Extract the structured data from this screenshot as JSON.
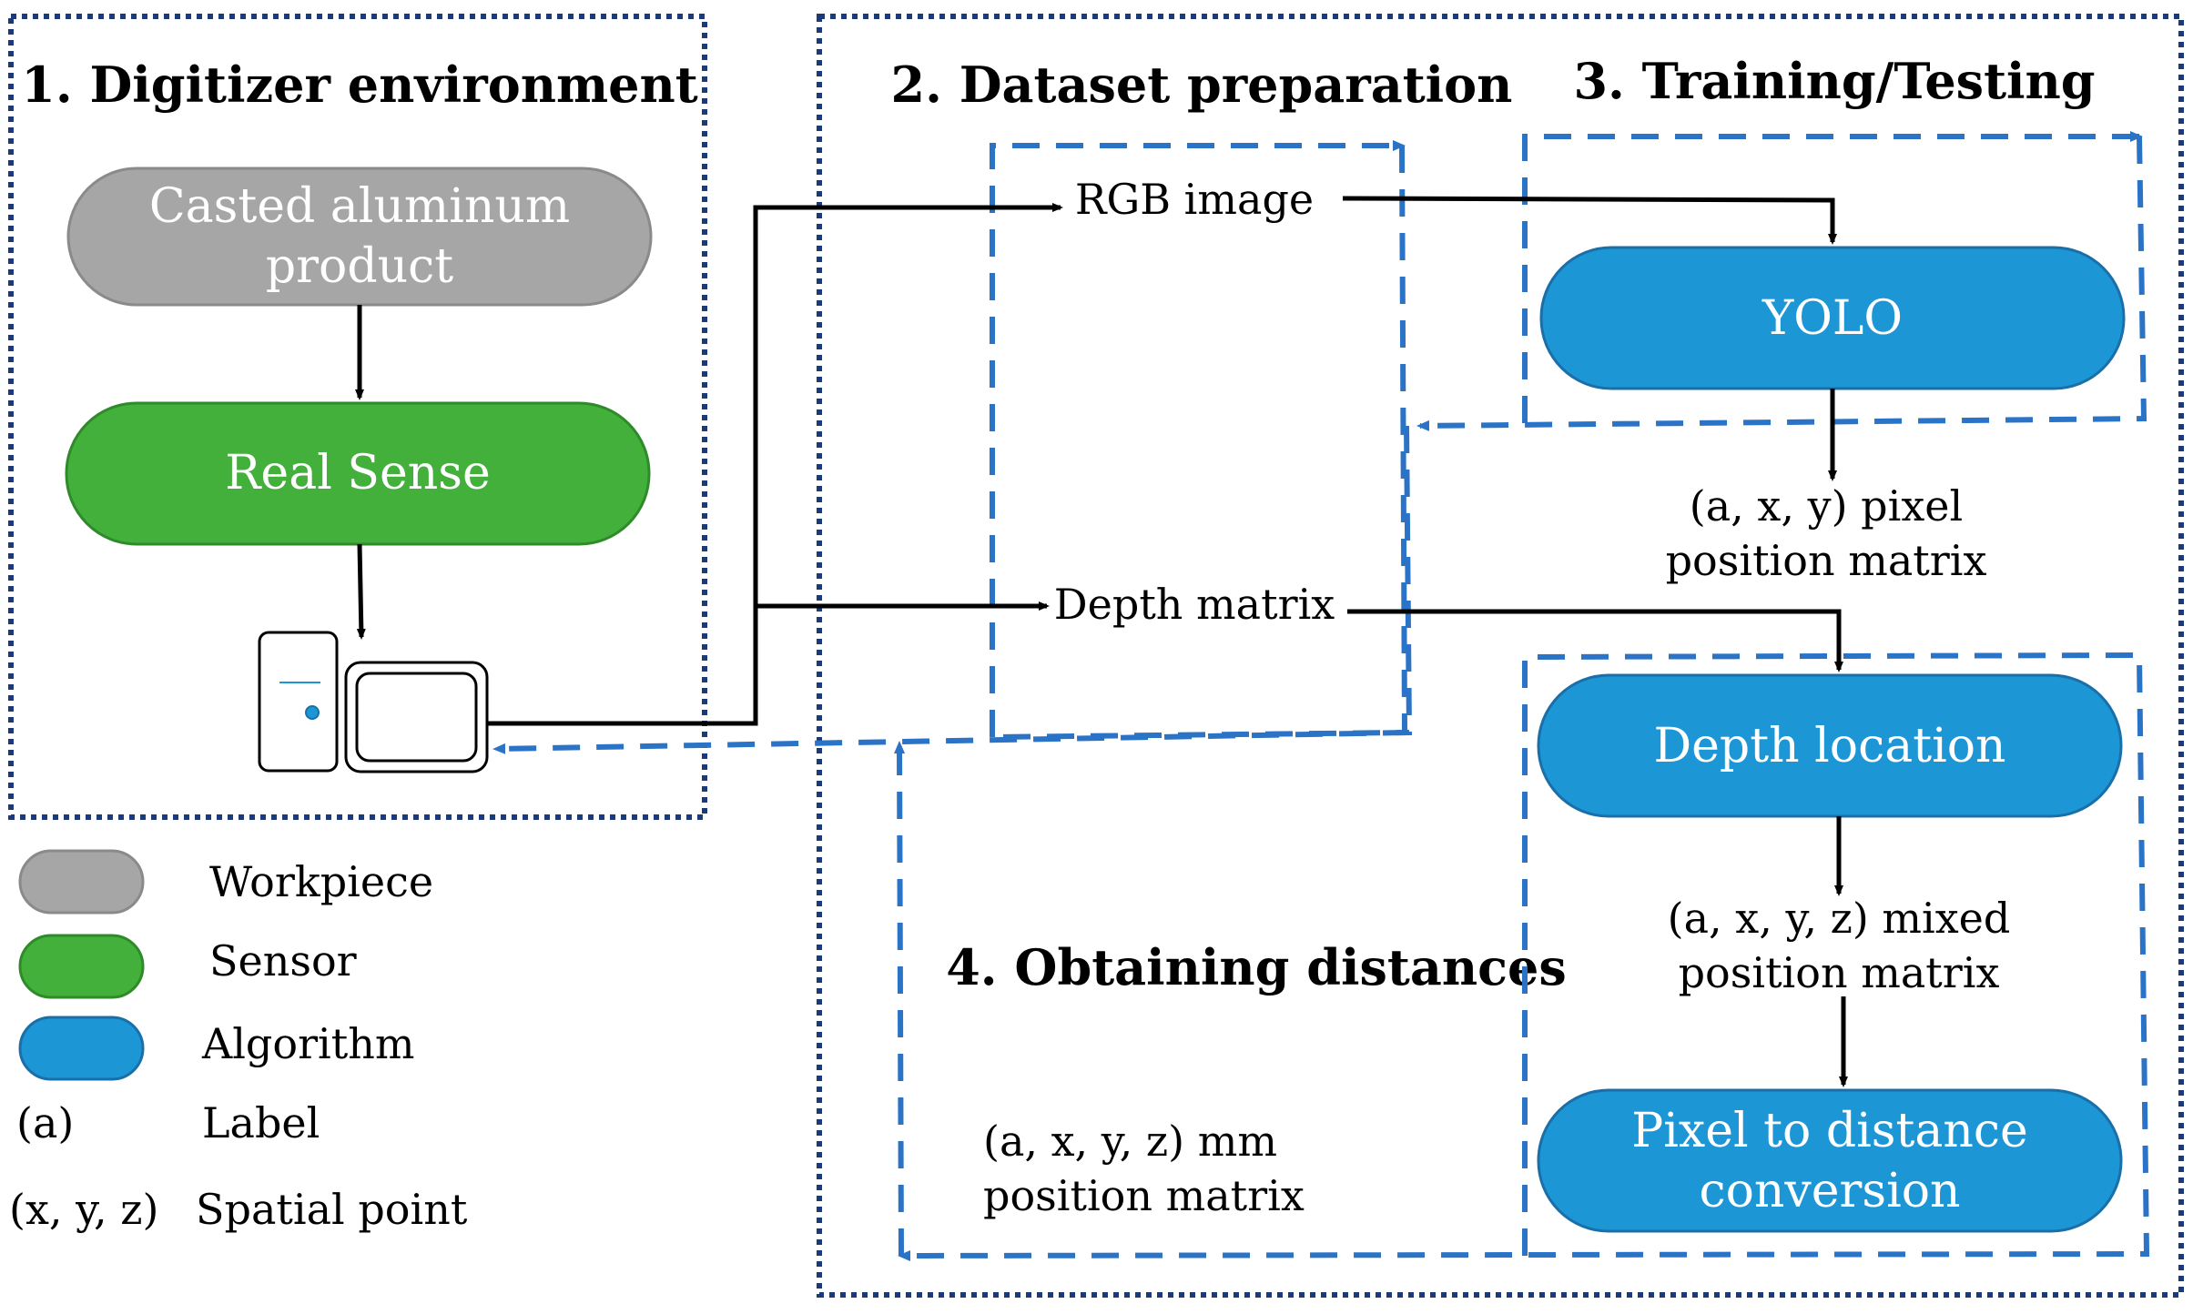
{
  "colors": {
    "workpiece": "#a6a6a6",
    "sensor": "#43b03c",
    "algorithm": "#1d96d6",
    "pill_stroke": "#1a6fa8",
    "dash_blue": "#2a73c6",
    "frame_blue": "#1b3a7a",
    "arrow": "#000000"
  },
  "sections": {
    "digitizer": "1. Digitizer environment",
    "dataset": "2. Dataset preparation",
    "training": "3. Training/Testing",
    "obtaining": "4. Obtaining distances"
  },
  "nodes": {
    "workpiece": [
      "Casted aluminum",
      "product"
    ],
    "sensor": "Real Sense",
    "yolo": "YOLO",
    "depth_location": "Depth location",
    "conversion": [
      "Pixel to distance",
      "conversion"
    ]
  },
  "computer_icon": "computer-icon",
  "data_labels": {
    "rgb": "RGB image",
    "depth": "Depth matrix",
    "pixel_matrix": [
      "(a, x, y) pixel",
      "position matrix"
    ],
    "mixed_matrix": [
      "(a, x, y, z) mixed",
      "position matrix"
    ],
    "mm_matrix": [
      "(a, x, y, z) mm",
      "position matrix"
    ]
  },
  "legend": [
    {
      "swatch": "workpiece",
      "label": "Workpiece"
    },
    {
      "swatch": "sensor",
      "label": "Sensor"
    },
    {
      "swatch": "algorithm",
      "label": "Algorithm"
    },
    {
      "symbol": "(a)",
      "label": "Label"
    },
    {
      "symbol": "(x, y, z)",
      "label": "Spatial point"
    }
  ]
}
